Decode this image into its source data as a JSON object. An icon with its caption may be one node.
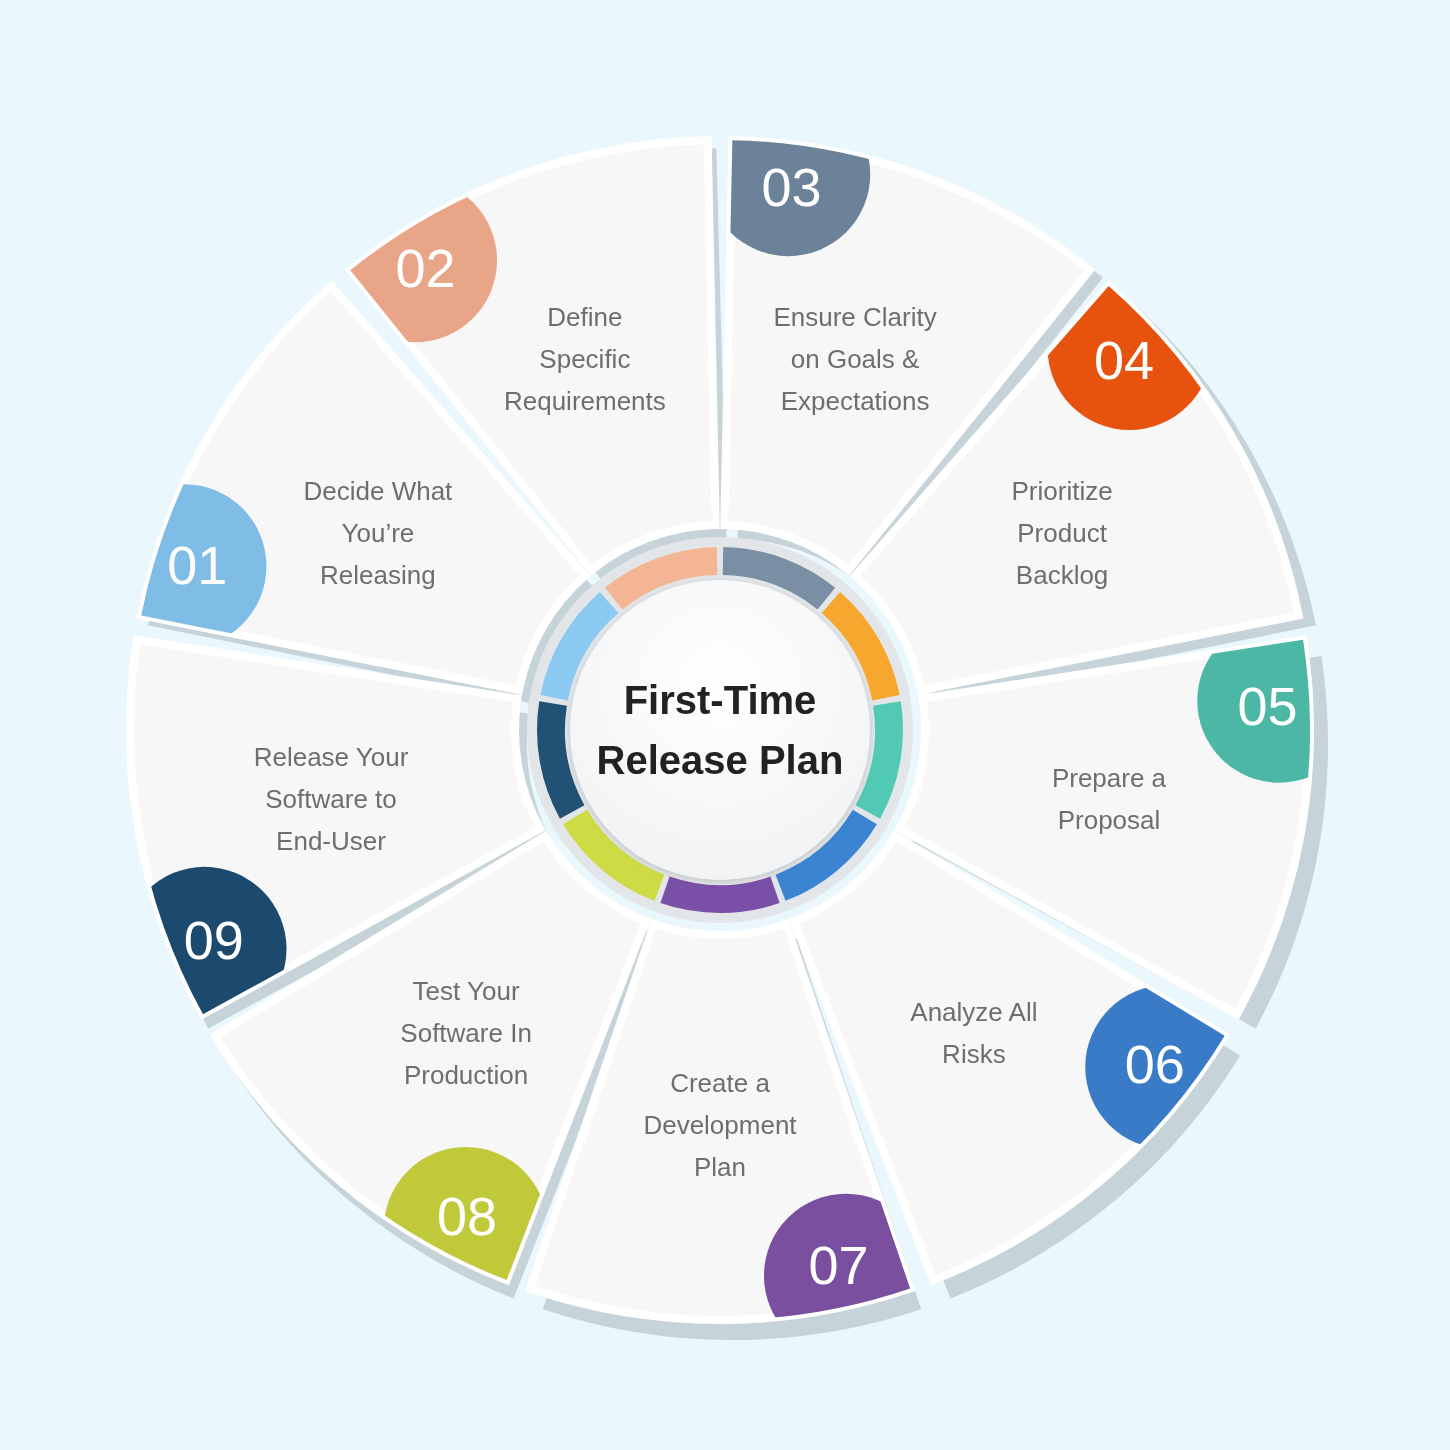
{
  "diagram": {
    "nodes": [
      {
        "text": [
          "First-Time Release Plan"
        ]
      },
      {
        "text": [
          "01",
          "Decide What You’re Releasing"
        ]
      },
      {
        "text": [
          "02",
          "Define Specific Requirements"
        ]
      },
      {
        "text": [
          "03",
          "Ensure Clarity on Goals & Expectations"
        ]
      },
      {
        "text": [
          "04",
          "Prioritize Product Backlog"
        ]
      },
      {
        "text": [
          "05",
          "Prepare a Proposal"
        ]
      },
      {
        "text": [
          "Analyze All Risks",
          "06"
        ]
      },
      {
        "text": [
          "Create a Development Plan",
          "07"
        ]
      },
      {
        "text": [
          "Test Your Software In Production",
          "08"
        ]
      },
      {
        "text": [
          "Release Your Software to End-User",
          "09"
        ]
      }
    ]
  }
}
